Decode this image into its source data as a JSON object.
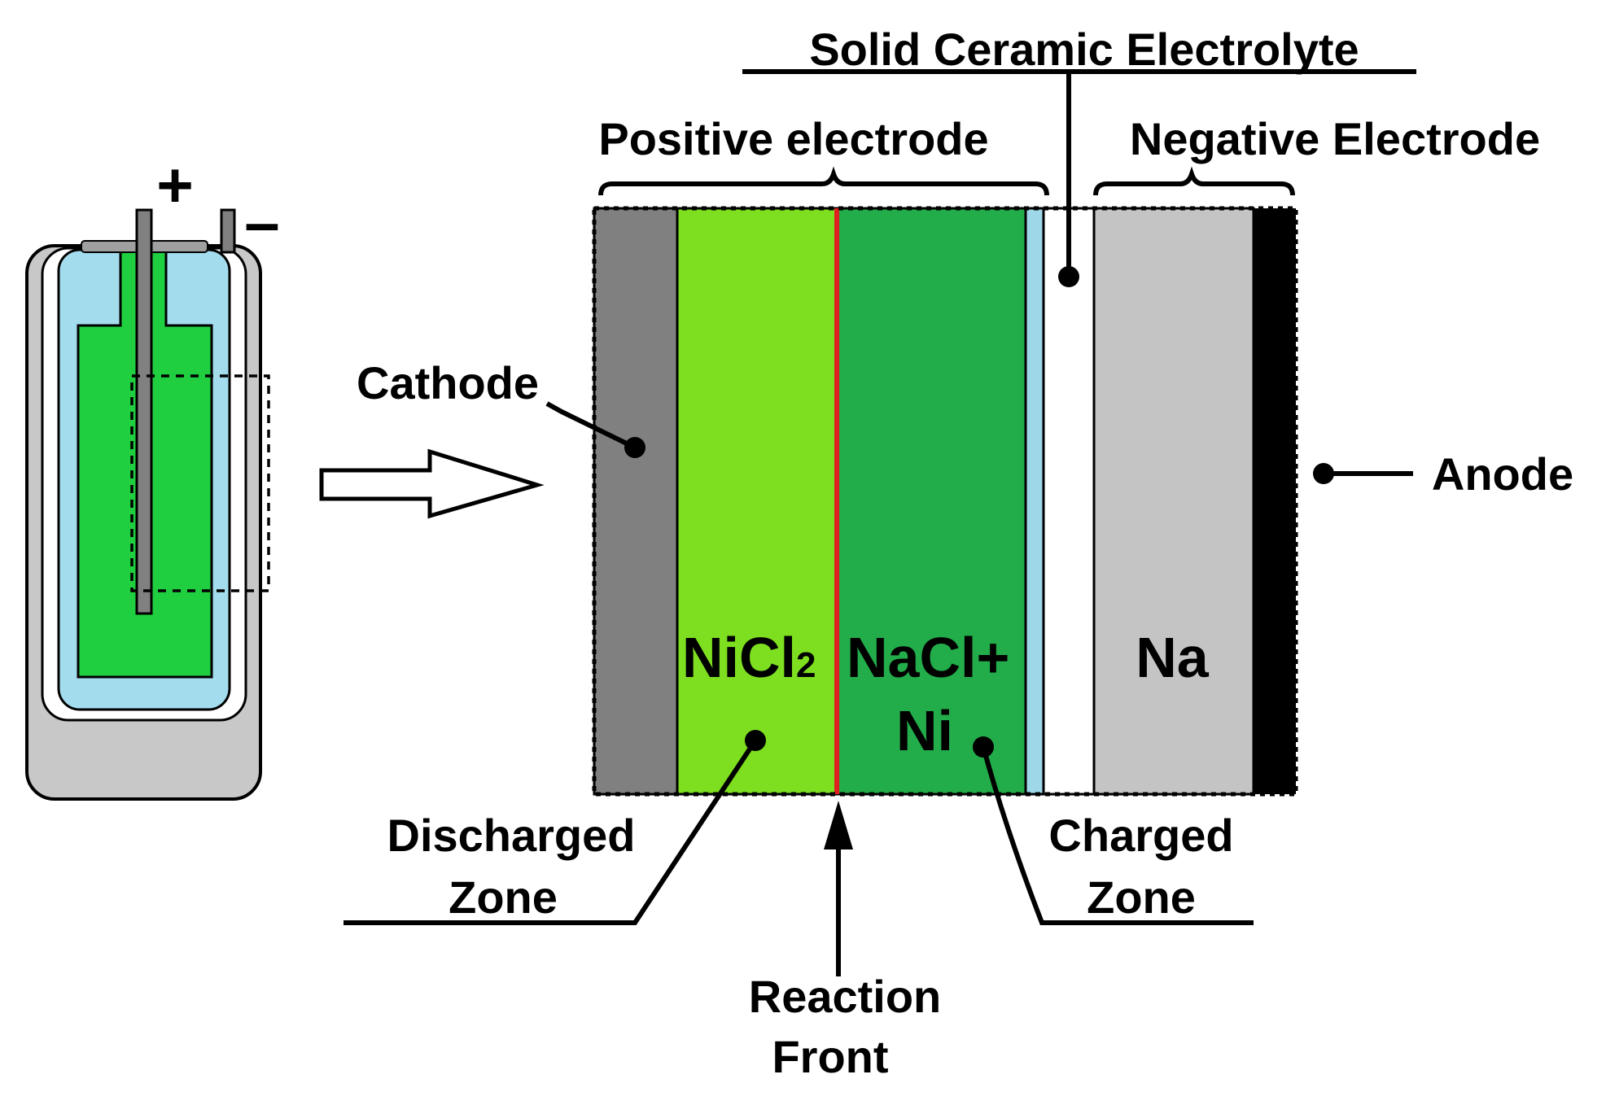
{
  "labels": {
    "solid_ceramic_electrolyte": "Solid Ceramic Electrolyte",
    "positive_electrode": "Positive electrode",
    "negative_electrode": "Negative Electrode",
    "cathode": "Cathode",
    "anode": "Anode",
    "discharged_zone_line1": "Discharged",
    "discharged_zone_line2": "Zone",
    "charged_zone_line1": "Charged",
    "charged_zone_line2": "Zone",
    "reaction_front_line1": "Reaction",
    "reaction_front_line2": "Front"
  },
  "cell_terminals": {
    "positive": "+",
    "negative": "–"
  },
  "layers": {
    "nicl2_main": "NiCl",
    "nicl2_sub": "2",
    "nacl_line1": "NaCl+",
    "nacl_line2": "Ni",
    "na": "Na"
  },
  "colors": {
    "cathode_collector": "#808080",
    "nicl2_zone": "#7ddf1f",
    "nacl_ni_zone": "#22ad4a",
    "reaction_front": "#e02020",
    "thin_layer": "#9ed8e8",
    "electrolyte": "#ffffff",
    "sodium": "#c4c4c4",
    "anode": "#000000",
    "cell_green": "#1fcf3f",
    "cell_blue": "#a3dcec",
    "cell_gray": "#c8c8c8"
  }
}
